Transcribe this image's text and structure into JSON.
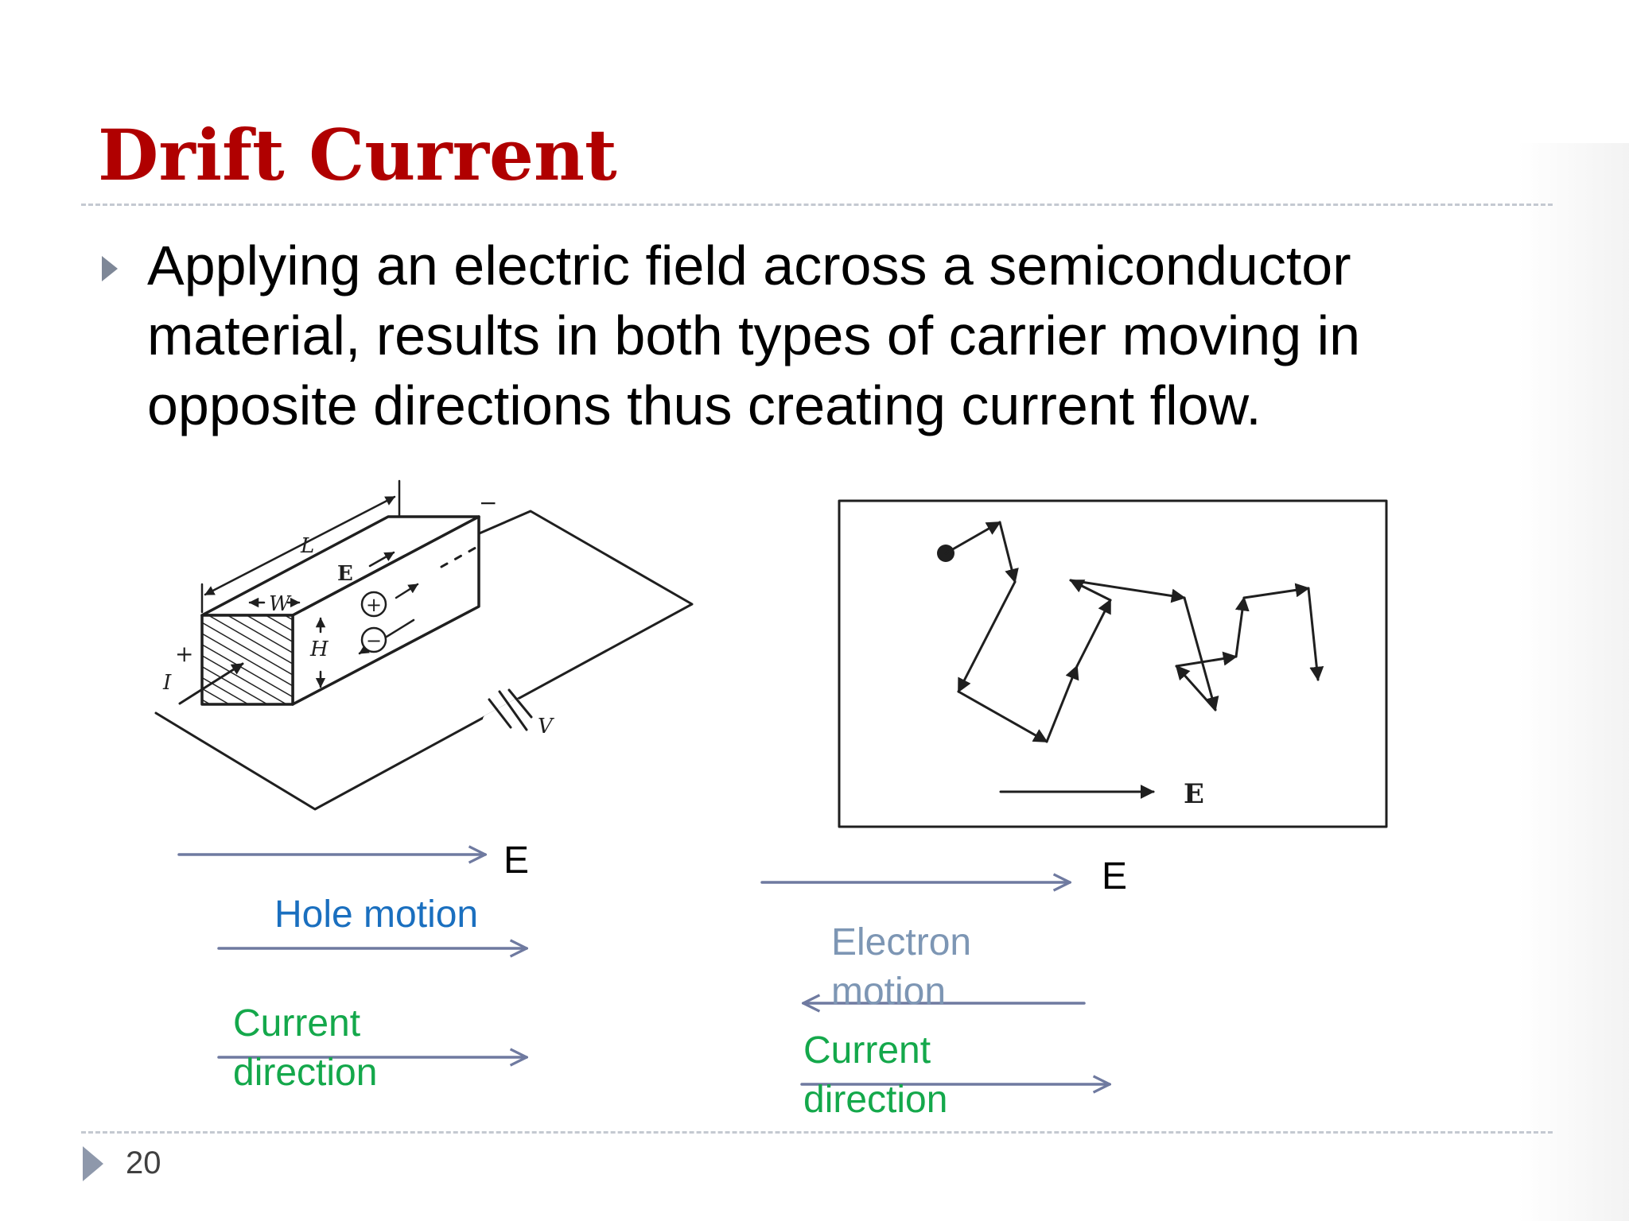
{
  "slide": {
    "title": "Drift Current",
    "bullet": {
      "lines": [
        "Applying an electric field across a semiconductor",
        "material, results in both types of carrier moving in",
        "opposite directions thus creating current flow."
      ]
    },
    "page_number": "20"
  },
  "left_figure": {
    "labels": {
      "length": "L",
      "width": "W",
      "height": "H",
      "field": "E",
      "current": "I",
      "voltage": "V",
      "plus": "+",
      "minus": "−",
      "hole_sign": "+",
      "electron_sign": "−"
    }
  },
  "right_figure": {
    "field_label": "E"
  },
  "annotations": {
    "left": {
      "field_label": "E",
      "hole_motion": "Hole motion",
      "current_direction": [
        "Current",
        "direction"
      ]
    },
    "right": {
      "field_label": "E",
      "electron_motion": [
        "Electron",
        "motion"
      ],
      "current_direction": [
        "Current",
        "direction"
      ]
    }
  },
  "colors": {
    "title": "#b00000",
    "arrow": "#6f7aa0",
    "hole_text": "#1a6fbf",
    "current_text": "#14a84b",
    "electron_text": "#7d96b4"
  }
}
